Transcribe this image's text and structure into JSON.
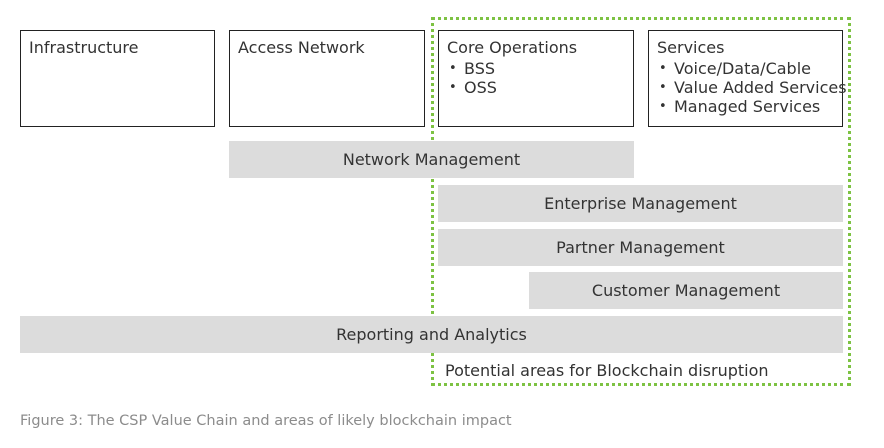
{
  "boxes": {
    "infrastructure": {
      "title": "Infrastructure"
    },
    "access_network": {
      "title": "Access Network"
    },
    "core_operations": {
      "title": "Core Operations",
      "items": [
        "BSS",
        "OSS"
      ]
    },
    "services": {
      "title": "Services",
      "items": [
        "Voice/Data/Cable",
        "Value Added Services",
        "Managed Services"
      ]
    }
  },
  "bars": {
    "network_management": "Network Management",
    "enterprise_management": "Enterprise Management",
    "partner_management": "Partner Management",
    "customer_management": "Customer Management",
    "reporting_analytics": "Reporting and Analytics"
  },
  "region_label": "Potential areas for Blockchain disruption",
  "caption": "Figure 3: The CSP Value Chain and areas of likely blockchain impact",
  "colors": {
    "region_border": "#7dc243",
    "bar_fill": "#dcdcdc",
    "box_border": "#222222"
  }
}
